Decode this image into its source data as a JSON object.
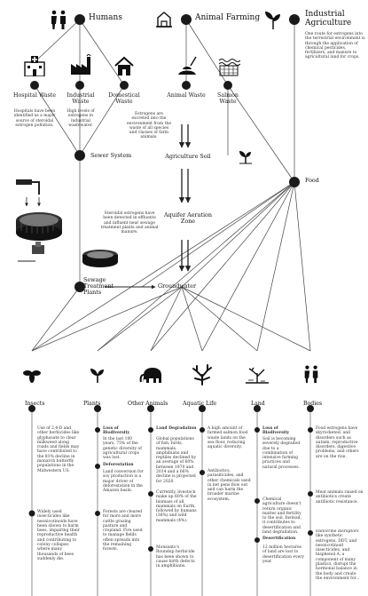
{
  "sources": {
    "humans": {
      "title": "Humans",
      "icon": "people-icon"
    },
    "animal_farming": {
      "title": "Animal Farming",
      "icon": "farm-icon"
    },
    "industrial_agriculture": {
      "title": "Industrial Agriculture",
      "note": "One route for estrogens into the terrestrial environment is through the application of chemical pesticides, fertilizers, and manure to agricultural land for crops."
    }
  },
  "waste": {
    "hospital": {
      "label": "Hospital Waste",
      "note": "Hospitals have been identified as a major source of steroidal estrogen pollution."
    },
    "industrial": {
      "label": "Industrial Waste",
      "note": "High levels of estrogens in industrial wastewater."
    },
    "domestical": {
      "label": "Domestical Waste"
    },
    "animal": {
      "label": "Animal Waste",
      "note": "Estrogens are excreted into the environment from the waste of all species and classes of farm animals."
    },
    "salmon": {
      "label": "Salmon Waste"
    }
  },
  "nodes": {
    "sewer": "Sewer System",
    "sewer_note": "Steroidal estrogens have been detected in effluents and influent near sewage treatment plants and animal manure.",
    "agri_soil": "Agriculture Soil",
    "aquifer": "Aquifer Aeration Zone",
    "sewage_plants": "Sewage Treatment Plants",
    "groundwater": "Groundwater",
    "food": "Food"
  },
  "impacts": [
    {
      "title": "Insects",
      "icon": "bee-icon"
    },
    {
      "title": "Plants",
      "icon": "sprout-icon"
    },
    {
      "title": "Other Animals",
      "icon": "elephant-icon"
    },
    {
      "title": "Aquatic Life",
      "icon": "coral-icon"
    },
    {
      "title": "Land",
      "icon": "desert-tree-icon"
    },
    {
      "title": "Bodies",
      "icon": "people-icon"
    }
  ],
  "details": {
    "insects_1": "Use of 2,4-D and other herbicides like glyphosate to clear milkweed along roads and fields may have contributed to the 81% decline in monarch butterfly populations in the Midwestern US.",
    "insects_2": "Widely used insecticides like neonicotinoids have been shown to harm bees, impairing their reproductive health and contributing to colony collapse, where many thousands of bees suddenly die.",
    "plants_h1": "Loss of Biodiversity",
    "plants_1": "In the last 100 years, 75% of the genetic diversity of agricultural crops was lost.",
    "plants_h2": "Deforestation",
    "plants_2": "Land conversion for soy production is a major driver of deforestation in the Amazon basin.",
    "plants_3": "Forests are cleared for more and more cattle grazing pasture and cropland. Fire used to manage fields often spreads into the remaining forests.",
    "animals_h1": "Land Degradation",
    "animals_1": "Global populations of fish, birds, mammals, amphibians and reptiles declined by an average of 60% between 1970 and 2014 and a 66% decline is projected for 2020.",
    "animals_2": "Currently, livestock make up 60% of the biomass of all mammals on Earth, followed by humans (36%) and wild mammals (4%).",
    "animals_3": "Monsanto's Roundup herbicide has been shown to cause birth defects in amphibians.",
    "aquatic_1": "A high amount of farmed salmon food waste lands on the sea floor, reducing aquatic diversity.",
    "aquatic_2": "Antibiotics, parasiticides, and other chemicals used in net pens flow out and can harm the broader marine ecosystem.",
    "land_h1": "Loss of Biodiversity",
    "land_1": "Soil is becoming severely degraded due to a combination of intensive farming practices and natural processes.",
    "land_2": "Chemical agriculture doesn't return organic matter and fertility to the soil. Instead, it contributes to desertification and land degradation.",
    "land_h2": "Desertification",
    "land_3": "12 million hectares of land are lost to desertification every year.",
    "bodies_1": "Food estrogens have skyrocketed, and disorders such as autism, reproductive disorders, digestive problems, and others are on the rise.",
    "bodies_2": "Meat animals raised on antibiotics create antibiotic resistance.",
    "bodies_3": "Endocrine disruptors like synthetic estrogens, DDT, and neonicotinoid insecticides, and bisphenol A, a component of many plastics, disrupt the hormonal balance in the body and create the environment for..."
  },
  "colors": {
    "node": "#1a1a1a",
    "line": "#3a3a3a",
    "text": "#222222"
  }
}
